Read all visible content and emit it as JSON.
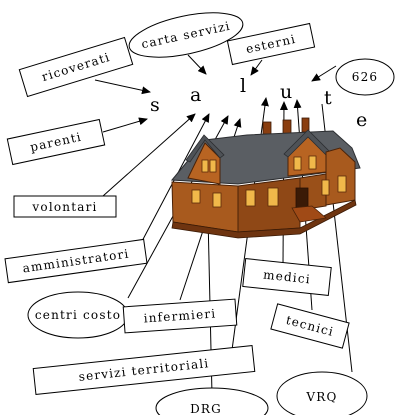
{
  "title_letters": [
    "s",
    "a",
    "l",
    "u",
    "t",
    "e"
  ],
  "nodes": {
    "ricoverati": "ricoverati",
    "carta_servizi": "carta servizi",
    "esterni": "esterni",
    "n626": "626",
    "parenti": "parenti",
    "volontari": "volontari",
    "amministratori": "amministratori",
    "centri_costo": "centri costo",
    "infermieri": "infermieri",
    "medici": "medici",
    "tecnici": "tecnici",
    "servizi_territoriali": "servizi territoriali",
    "drg": "DRG",
    "vrq": "VRQ"
  },
  "colors": {
    "roof": "#5a5e63",
    "wall": "#a85a1e",
    "wall_dark": "#6e3410",
    "window": "#f0b84a",
    "line": "#000000"
  },
  "icons": [
    "house-icon"
  ]
}
